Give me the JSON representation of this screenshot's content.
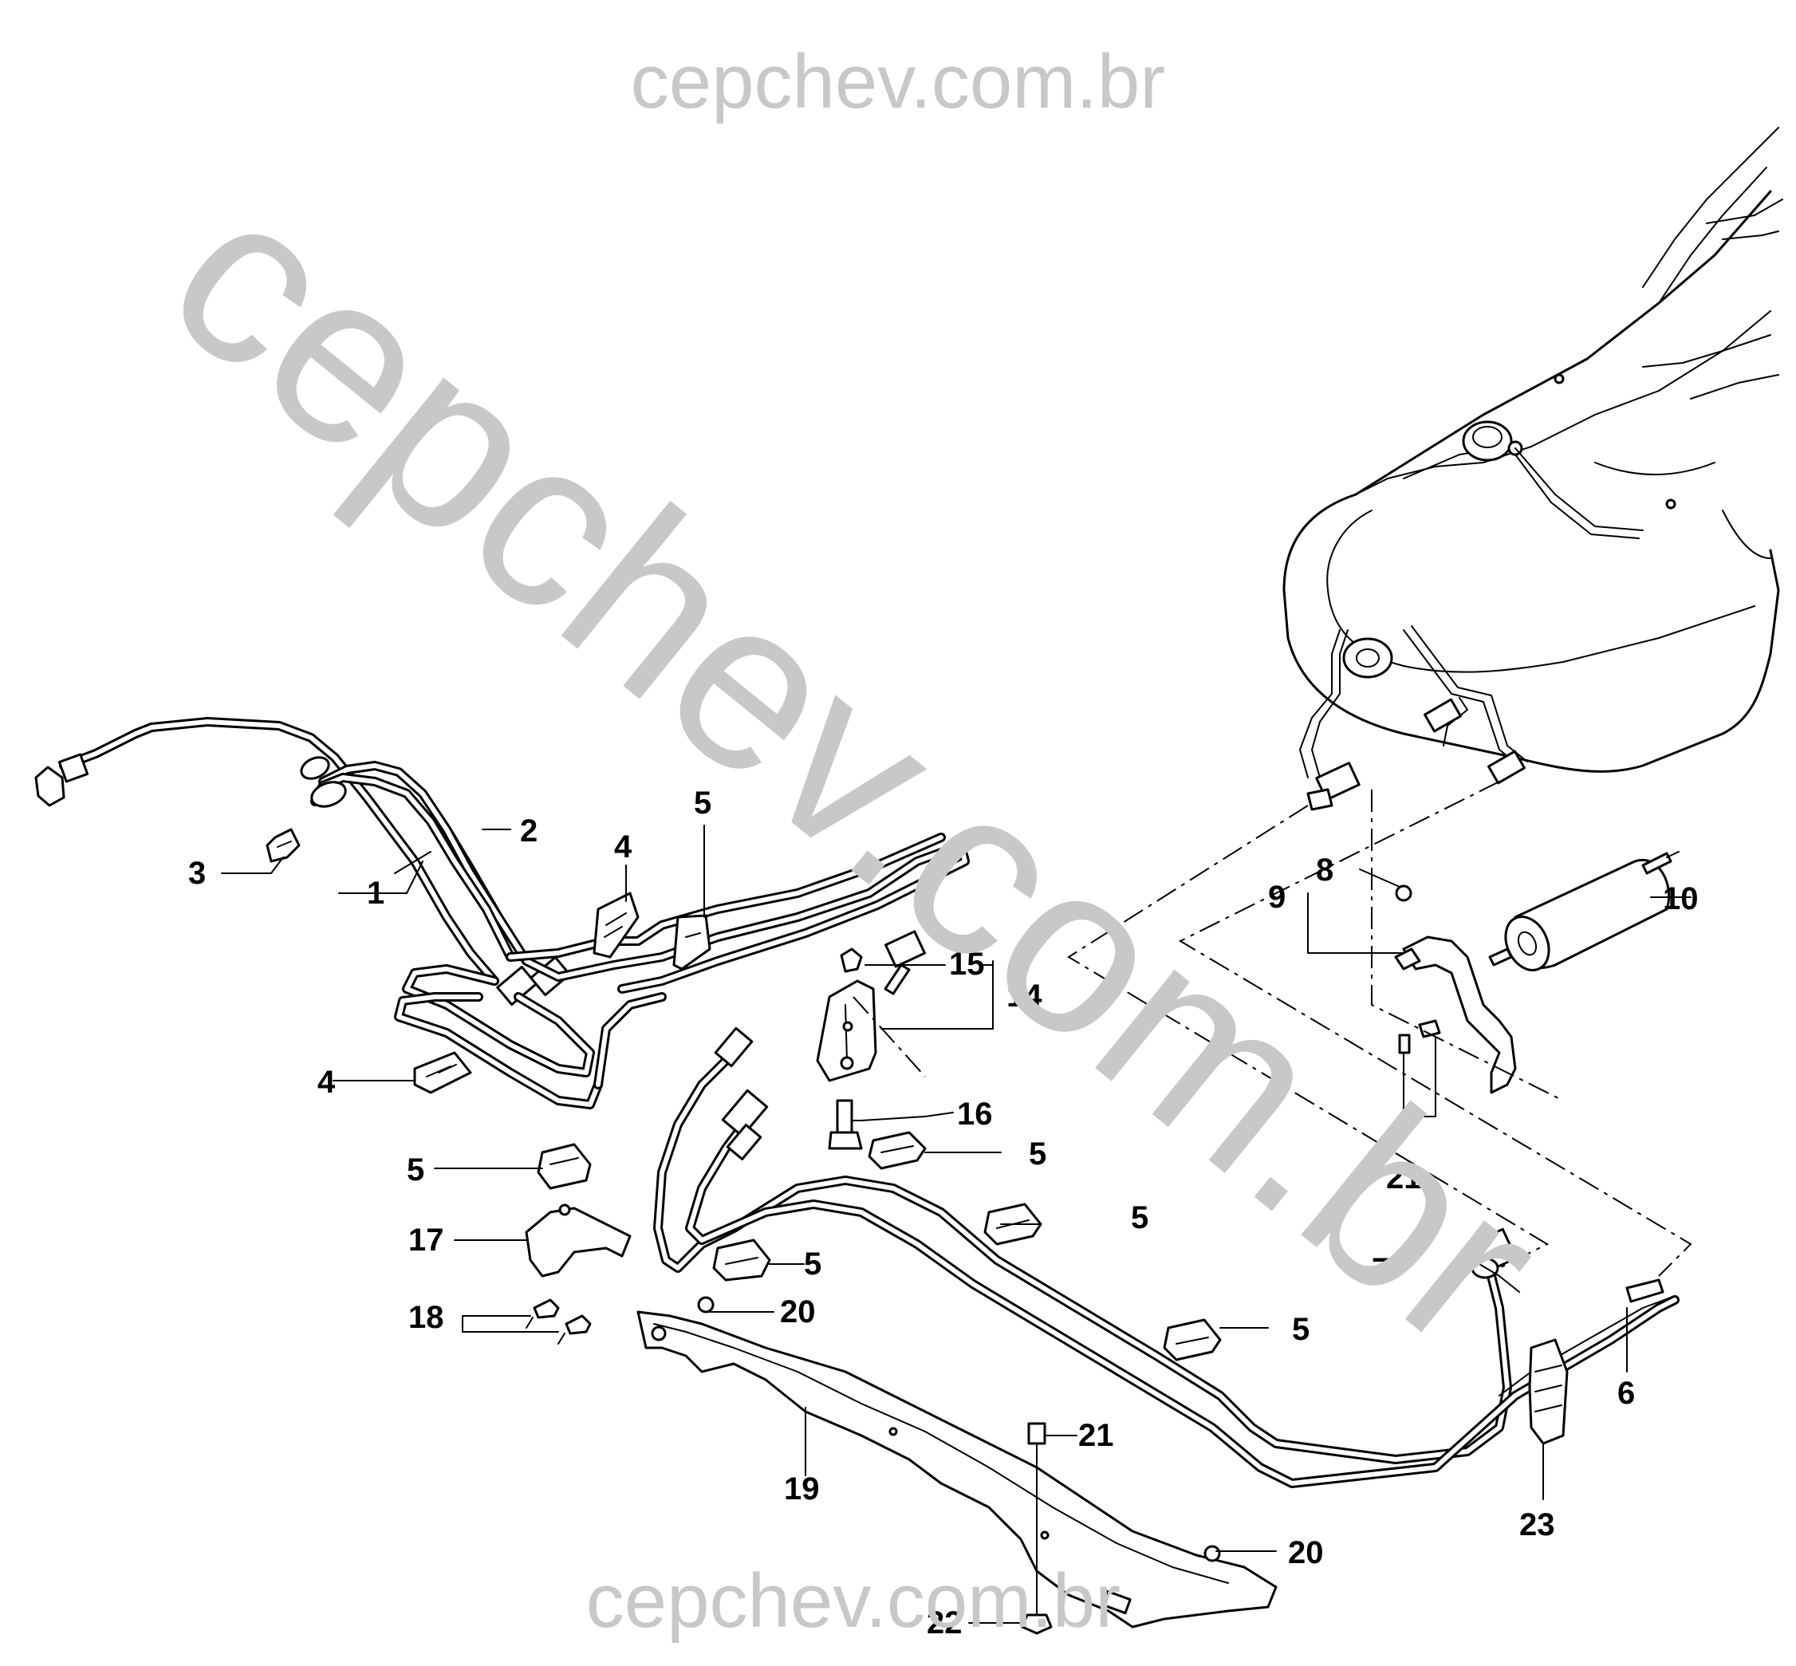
{
  "watermarks": {
    "top": "cepchev.com.br",
    "diagonal": "cepchev.com.br",
    "bottom": "cepchev.com.br"
  },
  "callouts": [
    {
      "id": "c1",
      "text": "1"
    },
    {
      "id": "c2",
      "text": "2"
    },
    {
      "id": "c3",
      "text": "3"
    },
    {
      "id": "c4a",
      "text": "4"
    },
    {
      "id": "c4b",
      "text": "4"
    },
    {
      "id": "c5a",
      "text": "5"
    },
    {
      "id": "c5b",
      "text": "5"
    },
    {
      "id": "c5c",
      "text": "5"
    },
    {
      "id": "c5d",
      "text": "5"
    },
    {
      "id": "c5e",
      "text": "5"
    },
    {
      "id": "c5f",
      "text": "5"
    },
    {
      "id": "c6",
      "text": "6"
    },
    {
      "id": "c7",
      "text": "7"
    },
    {
      "id": "c8",
      "text": "8"
    },
    {
      "id": "c9",
      "text": "9"
    },
    {
      "id": "c10",
      "text": "10"
    },
    {
      "id": "c14",
      "text": "14"
    },
    {
      "id": "c15",
      "text": "15"
    },
    {
      "id": "c16",
      "text": "16"
    },
    {
      "id": "c17",
      "text": "17"
    },
    {
      "id": "c18",
      "text": "18"
    },
    {
      "id": "c19",
      "text": "19"
    },
    {
      "id": "c20a",
      "text": "20"
    },
    {
      "id": "c20b",
      "text": "20"
    },
    {
      "id": "c21a",
      "text": "21"
    },
    {
      "id": "c21b",
      "text": "21"
    },
    {
      "id": "c22",
      "text": "22"
    },
    {
      "id": "c23",
      "text": "23"
    }
  ]
}
